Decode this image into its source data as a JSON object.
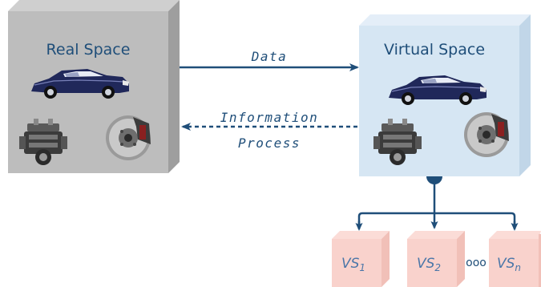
{
  "real_space": {
    "title": "Real Space"
  },
  "virtual_space": {
    "title": "Virtual Space"
  },
  "arrows": {
    "data_label": "Data",
    "information_label": "Information",
    "process_label": "Process"
  },
  "virtual_subspaces": [
    {
      "base": "VS",
      "sub": "1"
    },
    {
      "base": "VS",
      "sub": "2"
    },
    {
      "base": "VS",
      "sub": "n"
    }
  ],
  "ellipsis": "ooo",
  "colors": {
    "real_face": "#bdbdbd",
    "real_side": "#9e9e9e",
    "real_top": "#cfcfcf",
    "virtual_face": "#d6e6f3",
    "virtual_side": "#c1d6e8",
    "virtual_top": "#e4eef8",
    "vs_face": "#f9d2cc",
    "vs_side": "#f1c0b8",
    "arrow": "#1f4e79",
    "title_text": "#1f4e79",
    "vs_text": "#4a76a8"
  }
}
